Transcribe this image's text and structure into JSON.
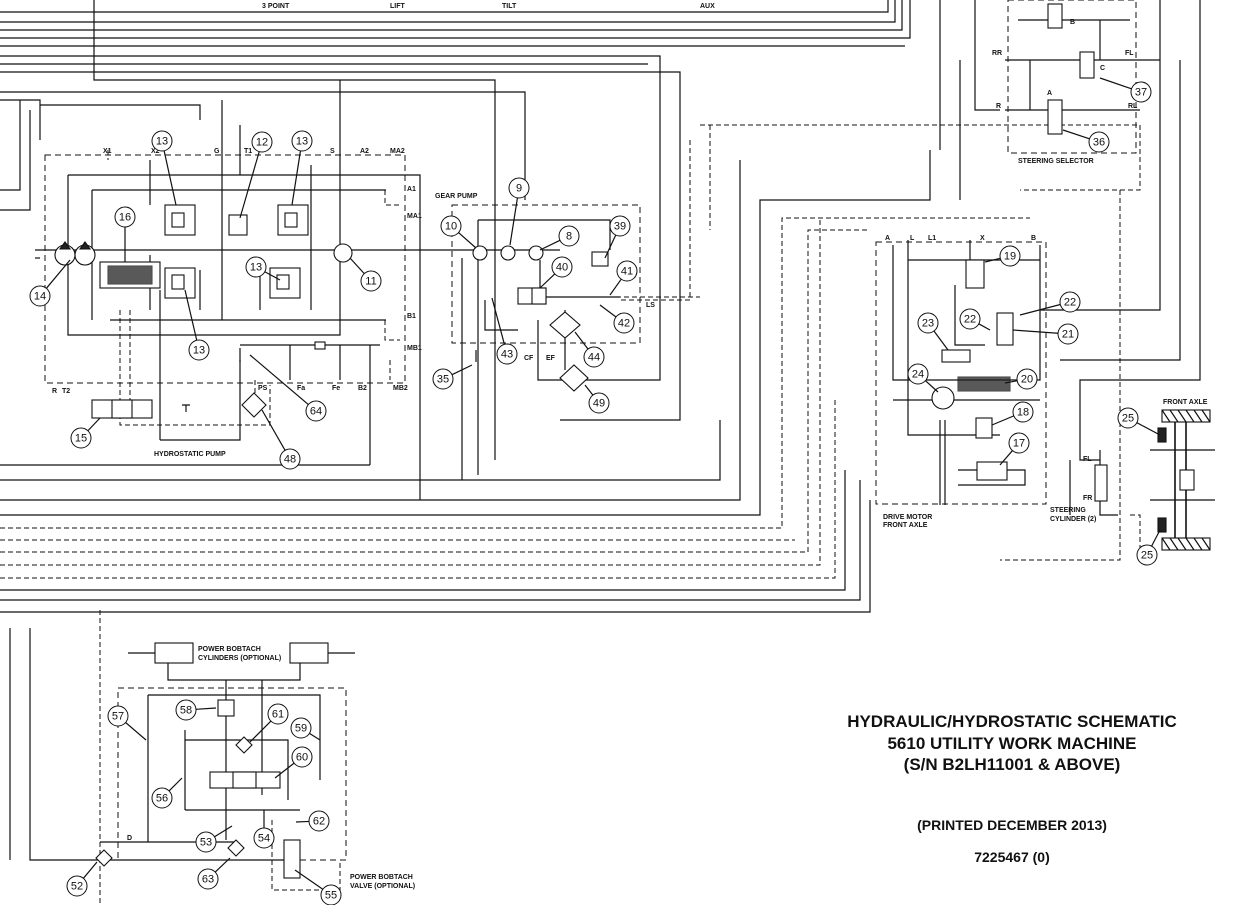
{
  "top_labels": [
    "3 POINT",
    "LIFT",
    "TILT",
    "AUX"
  ],
  "port_labels": {
    "x1": "X1",
    "x2": "X2",
    "g": "G",
    "t1": "T1",
    "s": "S",
    "a2": "A2",
    "ma2": "MA2",
    "a1": "A1",
    "ma1": "MA1",
    "b1": "B1",
    "mb1": "MB1",
    "r": "R",
    "t2": "T2",
    "fa": "Fa",
    "fe": "Fe",
    "b2": "B2",
    "mb2": "MB2",
    "ps": "PS",
    "ls": "LS",
    "cf": "CF",
    "ef": "EF",
    "rr": "RR",
    "fl": "FL",
    "r_right": "R",
    "rl": "RL",
    "a_valve": "A",
    "b_valve": "B",
    "c_valve": "C",
    "a_motor": "A",
    "l_motor": "L",
    "l1_motor": "L1",
    "x_motor": "X",
    "b_motor": "B",
    "fl_cyl": "FL",
    "fr_cyl": "FR",
    "d": "D"
  },
  "section_labels": {
    "gear_pump": "GEAR PUMP",
    "hydrostatic_pump": "HYDROSTATIC PUMP",
    "steering_selector": "STEERING SELECTOR",
    "drive_motor_1": "DRIVE MOTOR",
    "drive_motor_2": "FRONT AXLE",
    "front_axle": "FRONT AXLE",
    "steering_cyl_1": "STEERING",
    "steering_cyl_2": "CYLINDER (2)",
    "bobtach_cyl_1": "POWER BOBTACH",
    "bobtach_cyl_2": "CYLINDERS (OPTIONAL)",
    "bobtach_valve_1": "POWER BOBTACH",
    "bobtach_valve_2": "VALVE (OPTIONAL)"
  },
  "callouts": [
    "13",
    "12",
    "13",
    "16",
    "14",
    "13",
    "13",
    "11",
    "10",
    "9",
    "8",
    "39",
    "40",
    "41",
    "42",
    "43",
    "44",
    "35",
    "49",
    "64",
    "15",
    "48",
    "19",
    "22",
    "23",
    "22",
    "21",
    "24",
    "20",
    "18",
    "17",
    "25",
    "25",
    "37",
    "36",
    "57",
    "58",
    "61",
    "59",
    "60",
    "56",
    "53",
    "54",
    "62",
    "63",
    "52",
    "55"
  ],
  "title_block": {
    "line1": "HYDRAULIC/HYDROSTATIC SCHEMATIC",
    "line2": "5610 UTILITY WORK MACHINE",
    "line3": "(S/N B2LH11001 & ABOVE)",
    "printed": "(PRINTED DECEMBER 2013)",
    "part_number": "7225467 (0)"
  }
}
